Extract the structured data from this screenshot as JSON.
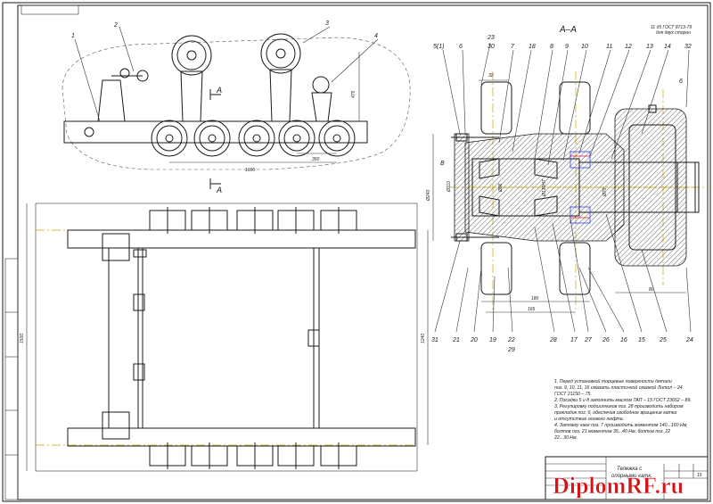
{
  "view_label": "А–А",
  "section_mark": "А",
  "top_view": {
    "dims": {
      "height": "475",
      "length": "1600",
      "pitch": "350"
    },
    "callouts": [
      "1",
      "2",
      "3",
      "4"
    ]
  },
  "plan_view": {
    "dims": {
      "width": "1500",
      "length": "1240"
    }
  },
  "section": {
    "callouts_top": [
      "5(1)",
      "6",
      "23",
      "30",
      "7",
      "18",
      "8",
      "9",
      "10",
      "11",
      "12",
      "13",
      "14",
      "32"
    ],
    "callouts_bottom": [
      "31",
      "21",
      "20",
      "19",
      "22",
      "29",
      "28",
      "17",
      "27",
      "26",
      "16",
      "15",
      "25",
      "24"
    ],
    "callout_6b": "6",
    "callout_b": "В",
    "dims": {
      "d_left": "Ø240",
      "d_bore": "Ø110",
      "d_mid": "Ø96",
      "d_hub": "Ø132H7",
      "d_shaft": "Ø70",
      "top": "32",
      "w180": "180",
      "w165": "165",
      "w80": "80"
    },
    "gost_note": "11 д5 ГОСТ 8713-79",
    "gost_note2": "для двух сторон"
  },
  "notes": [
    "1. Перед установкой торцевые поверхности детали",
    "поз. 9, 10, 11, 16 смазать пластичной смазкой Литол – 24",
    "ГОСТ 21150 – 75.",
    "2. Посадки 5 и 8 заполнить маслом ТАП – 15 ГОСТ 23652 – 89.",
    "3. Регулировку подшипников поз. 28 производить набором",
    "прокладок поз. 6, обеспечив свободное вращение катка",
    "и отсутствие осевого люфта.",
    "4. Затяжку гаек поз. 7 производить моментом 140...160 Нм,",
    "болтов поз. 21 моментом 35...40 Нм, болтов поз. 22",
    "22...30 Нм."
  ],
  "title_block": {
    "name_line1": "Тележка с",
    "name_line2": "опорными катк.",
    "sheet": "15"
  },
  "watermark": "DiplomRF.ru"
}
